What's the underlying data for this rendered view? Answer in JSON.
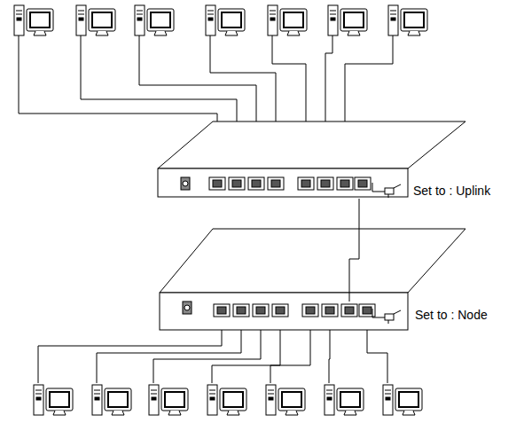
{
  "diagram": {
    "nodes": [
      {
        "text": [
          "Set to : Uplink"
        ]
      },
      {
        "text": [
          "Set to : Node"
        ]
      }
    ],
    "edges": [
      {
        "from": 0,
        "to": 1,
        "arrow": "none"
      }
    ]
  }
}
